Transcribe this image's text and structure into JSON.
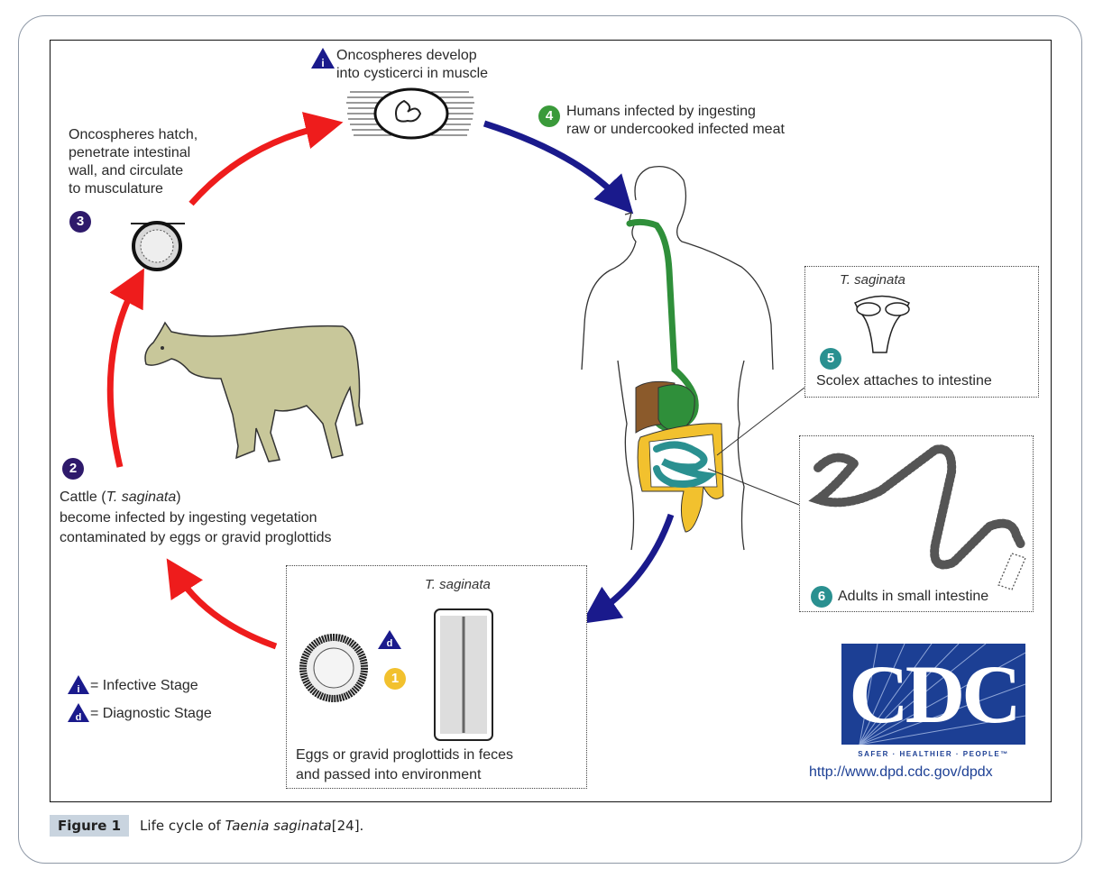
{
  "figure": {
    "caption_label": "Figure 1",
    "caption_text_prefix": "Life cycle of ",
    "caption_species": "Taenia saginata",
    "caption_suffix": " [24].",
    "colors": {
      "cattle_cycle_arrow": "#ee1c1c",
      "human_cycle_arrow": "#1a1a8c",
      "stage_badge_purple": "#2e1a6b",
      "stage_badge_green": "#3a9a3a",
      "stage_badge_teal": "#2a9090",
      "stage_badge_yellow": "#f2c12e",
      "cdc_blue": "#1c3f94"
    }
  },
  "stages": {
    "i_stage": {
      "marker": "i",
      "line1": "Oncospheres develop",
      "line2": "into cysticerci in muscle"
    },
    "s1": {
      "number": "1",
      "species": "T. saginata",
      "line1": "Eggs or gravid proglottids in feces",
      "line2": "and passed into environment",
      "marker": "d"
    },
    "s2": {
      "number": "2",
      "line1_prefix": "Cattle (",
      "line1_species": "T. saginata",
      "line1_suffix": ")",
      "line2": "become infected by ingesting vegetation",
      "line3": "contaminated by eggs or gravid proglottids"
    },
    "s3": {
      "number": "3",
      "lines": [
        "Oncospheres hatch,",
        "penetrate intestinal",
        "wall, and circulate",
        "to musculature"
      ]
    },
    "s4": {
      "number": "4",
      "line1": "Humans infected by ingesting",
      "line2": "raw or undercooked infected meat"
    },
    "s5": {
      "number": "5",
      "species": "T. saginata",
      "text": "Scolex attaches to intestine"
    },
    "s6": {
      "number": "6",
      "text": "Adults in small intestine"
    }
  },
  "legend": {
    "infective": {
      "marker": "i",
      "text": "= Infective Stage"
    },
    "diagnostic": {
      "marker": "d",
      "text": "= Diagnostic Stage"
    }
  },
  "logo": {
    "letters": "CDC",
    "tagline": "SAFER · HEALTHIER · PEOPLE™",
    "url": "http://www.dpd.cdc.gov/dpdx"
  }
}
